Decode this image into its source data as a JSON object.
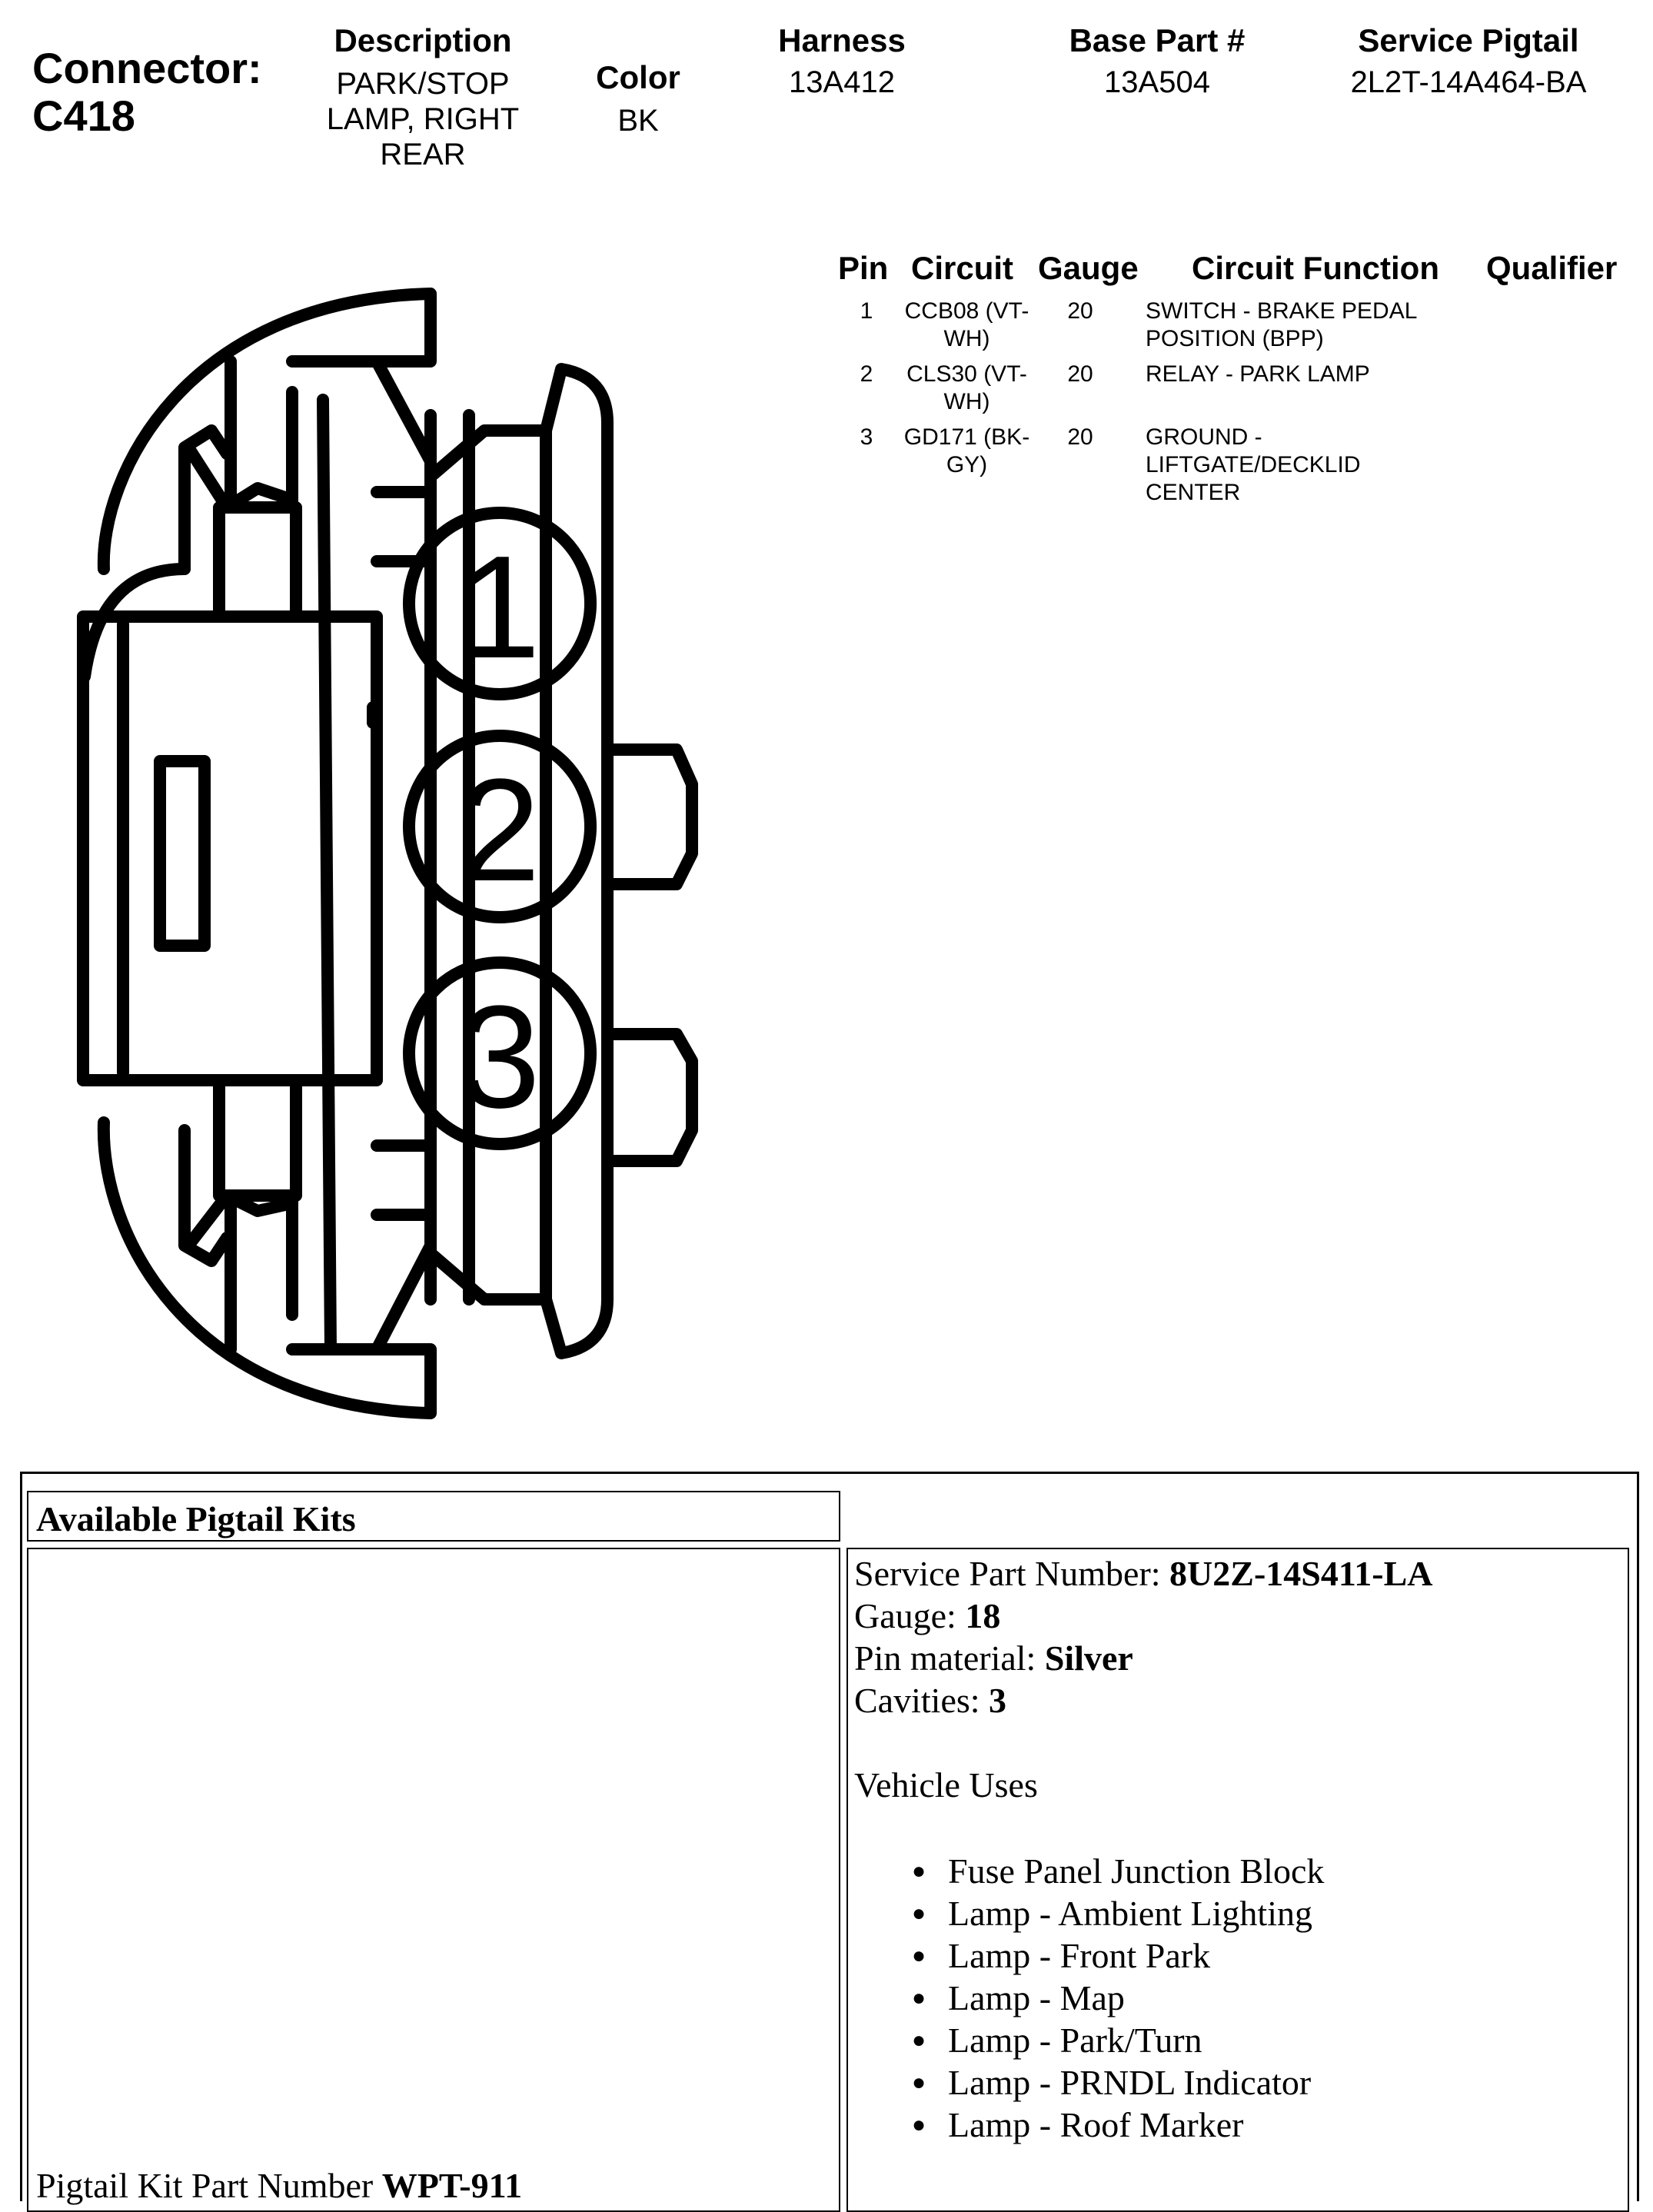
{
  "header": {
    "connector_label": "Connector:",
    "connector_id": "C418",
    "description_label": "Description",
    "description_lines": [
      "PARK/STOP",
      "LAMP, RIGHT",
      "REAR"
    ],
    "color_label": "Color",
    "color_value": "BK",
    "harness_label": "Harness",
    "harness_value": "13A412",
    "base_part_label": "Base Part #",
    "base_part_value": "13A504",
    "service_pigtail_label": "Service Pigtail",
    "service_pigtail_value": "2L2T-14A464-BA"
  },
  "pin_table": {
    "headers": {
      "pin": "Pin",
      "circuit": "Circuit",
      "gauge": "Gauge",
      "function": "Circuit Function",
      "qualifier": "Qualifier"
    },
    "rows": [
      {
        "pin": "1",
        "circuit": [
          "CCB08 (VT-",
          "WH)"
        ],
        "gauge": "20",
        "function": [
          "SWITCH - BRAKE PEDAL",
          "POSITION (BPP)"
        ],
        "qualifier": ""
      },
      {
        "pin": "2",
        "circuit": [
          "CLS30 (VT-",
          "WH)"
        ],
        "gauge": "20",
        "function": [
          "RELAY - PARK LAMP"
        ],
        "qualifier": ""
      },
      {
        "pin": "3",
        "circuit": [
          "GD171 (BK-",
          "GY)"
        ],
        "gauge": "20",
        "function": [
          "GROUND -",
          "LIFTGATE/DECKLID",
          "CENTER"
        ],
        "qualifier": ""
      }
    ]
  },
  "diagram": {
    "cavity_labels": [
      "1",
      "2",
      "3"
    ]
  },
  "pigtail_kits": {
    "title": "Available Pigtail Kits",
    "kit_part_label": "Pigtail Kit Part Number ",
    "kit_part_value": "WPT-911",
    "service_part_label": "Service Part Number: ",
    "service_part_value": "8U2Z-14S411-LA",
    "gauge_label": "Gauge: ",
    "gauge_value": "18",
    "pin_material_label": "Pin material: ",
    "pin_material_value": "Silver",
    "cavities_label": "Cavities: ",
    "cavities_value": "3",
    "vehicle_uses_label": "Vehicle Uses",
    "vehicle_uses": [
      "Fuse Panel Junction Block",
      "Lamp - Ambient Lighting",
      "Lamp - Front Park",
      "Lamp - Map",
      "Lamp - Park/Turn",
      "Lamp - PRNDL Indicator",
      "Lamp - Roof Marker"
    ]
  }
}
